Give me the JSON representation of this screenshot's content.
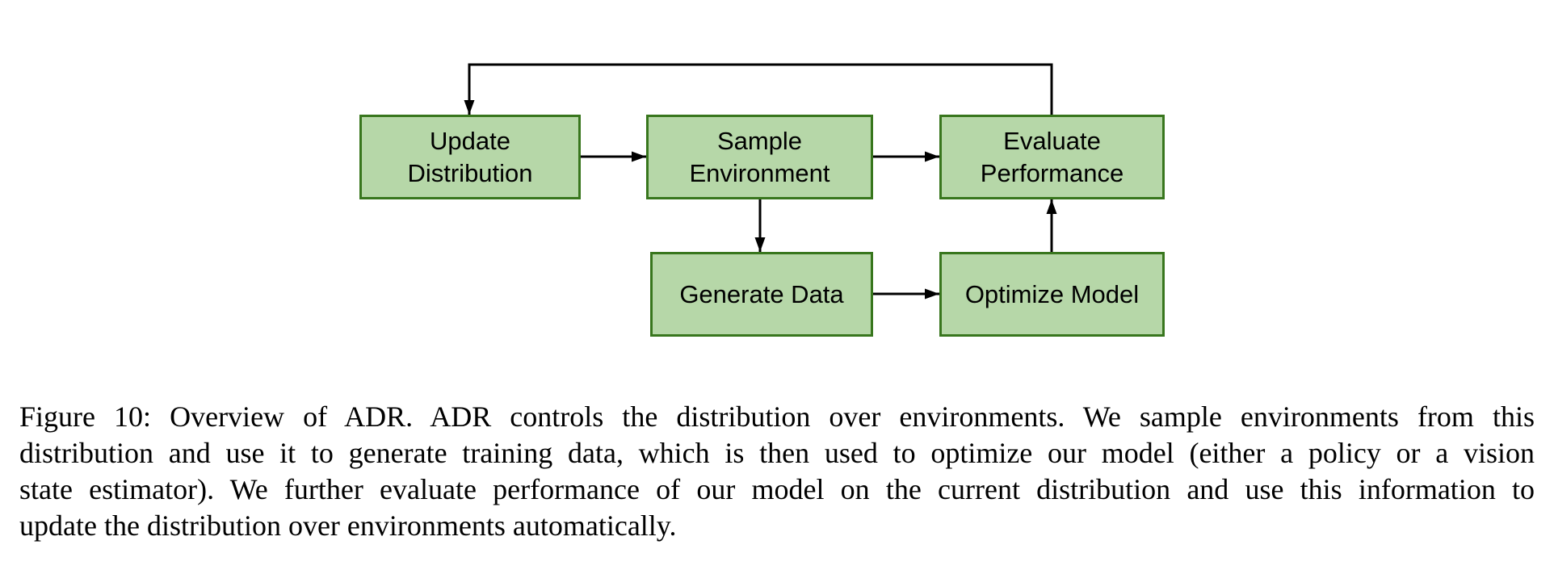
{
  "figure": {
    "label": "Figure 10",
    "caption_lines": [
      "Figure 10: Overview of ADR. ADR controls the distribution over environments. We sample environments from this",
      "distribution and use it to generate training data, which is then used to optimize our model (either a policy or a vision",
      "state estimator). We further evaluate performance of our model on the current distribution and use this information to",
      "update the distribution over environments automatically."
    ],
    "caption_text": "Figure 10: Overview of ADR. ADR controls the distribution over environments. We sample environments from this distribution and use it to generate training data, which is then used to optimize our model (either a policy or a vision state estimator). We further evaluate performance of our model on the current distribution and use this information to update the distribution over environments automatically."
  },
  "diagram": {
    "type": "flowchart",
    "title": "Overview of ADR",
    "colors": {
      "box_fill": "#b6d7a8",
      "box_border": "#38761d",
      "arrow": "#000000",
      "text": "#000000",
      "background": "#ffffff"
    },
    "nodes": [
      {
        "id": "update-distribution",
        "label": "Update Distribution"
      },
      {
        "id": "sample-environment",
        "label": "Sample Environment"
      },
      {
        "id": "evaluate-performance",
        "label": "Evaluate Performance"
      },
      {
        "id": "generate-data",
        "label": "Generate Data"
      },
      {
        "id": "optimize-model",
        "label": "Optimize Model"
      }
    ],
    "edges": [
      {
        "from": "update-distribution",
        "to": "sample-environment",
        "style": "straight"
      },
      {
        "from": "sample-environment",
        "to": "evaluate-performance",
        "style": "straight"
      },
      {
        "from": "sample-environment",
        "to": "generate-data",
        "style": "straight"
      },
      {
        "from": "generate-data",
        "to": "optimize-model",
        "style": "straight"
      },
      {
        "from": "optimize-model",
        "to": "evaluate-performance",
        "style": "straight"
      },
      {
        "from": "evaluate-performance",
        "to": "update-distribution",
        "style": "feedback-loop"
      }
    ]
  }
}
